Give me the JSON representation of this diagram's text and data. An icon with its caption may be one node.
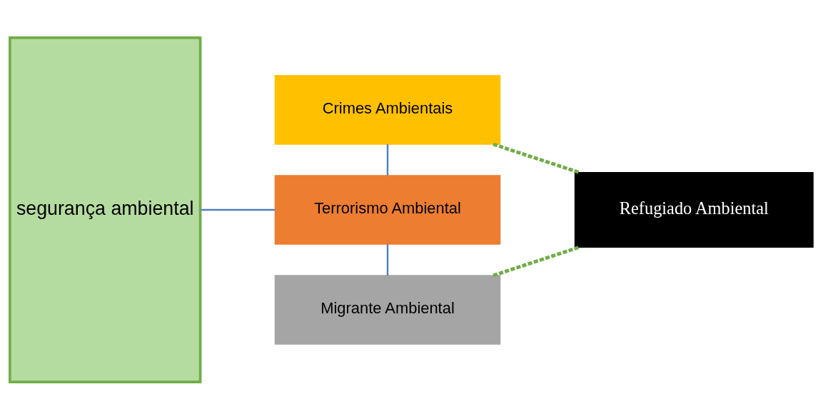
{
  "diagram": {
    "nodes": [
      {
        "text": [
          "segurança ambiental"
        ]
      },
      {
        "text": [
          "Crimes Ambientais"
        ]
      },
      {
        "text": [
          "Terrorismo Ambiental"
        ]
      },
      {
        "text": [
          "Migrante Ambiental"
        ]
      },
      {
        "text": [
          "Refugiado Ambiental"
        ]
      }
    ],
    "edges": [
      {
        "from": 0,
        "to": 2,
        "arrow": "none"
      },
      {
        "from": 1,
        "to": 2,
        "arrow": "none"
      },
      {
        "from": 2,
        "to": 3,
        "arrow": "none"
      },
      {
        "from": 1,
        "to": 4,
        "arrow": "none",
        "style": "dashed",
        "color": "#70ad47"
      },
      {
        "from": 3,
        "to": 4,
        "arrow": "none",
        "style": "dashed",
        "color": "#70ad47"
      }
    ]
  }
}
